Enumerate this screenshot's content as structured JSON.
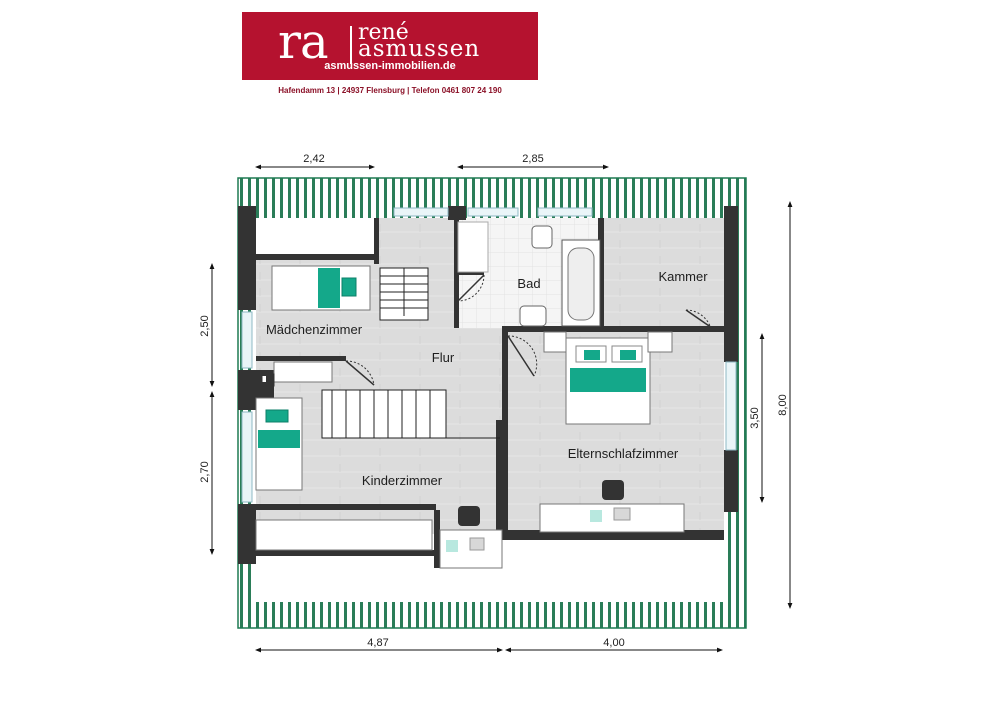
{
  "header": {
    "logo_initials": "ra",
    "logo_first_name": "rené",
    "logo_last_name": "asmussen",
    "website": "asmussen-immobilien.de",
    "address": "Hafendamm 13 | 24937 Flensburg | Telefon 0461 807 24 190"
  },
  "rooms": {
    "maedchenzimmer": "Mädchenzimmer",
    "flur": "Flur",
    "bad": "Bad",
    "kammer": "Kammer",
    "elternschlafzimmer": "Elternschlafzimmer",
    "kinderzimmer": "Kinderzimmer"
  },
  "dimensions": {
    "top_left": "2,42",
    "top_right": "2,85",
    "left_upper": "2,50",
    "left_lower": "2,70",
    "right_inner": "3,50",
    "right_outer": "8,00",
    "bottom_left": "4,87",
    "bottom_right": "4,00"
  },
  "colors": {
    "brand_red": "#b5122f",
    "roof_green": "#1e7a52",
    "bedding_teal": "#14a88a",
    "wall": "#333333",
    "floor": "#dedede"
  }
}
